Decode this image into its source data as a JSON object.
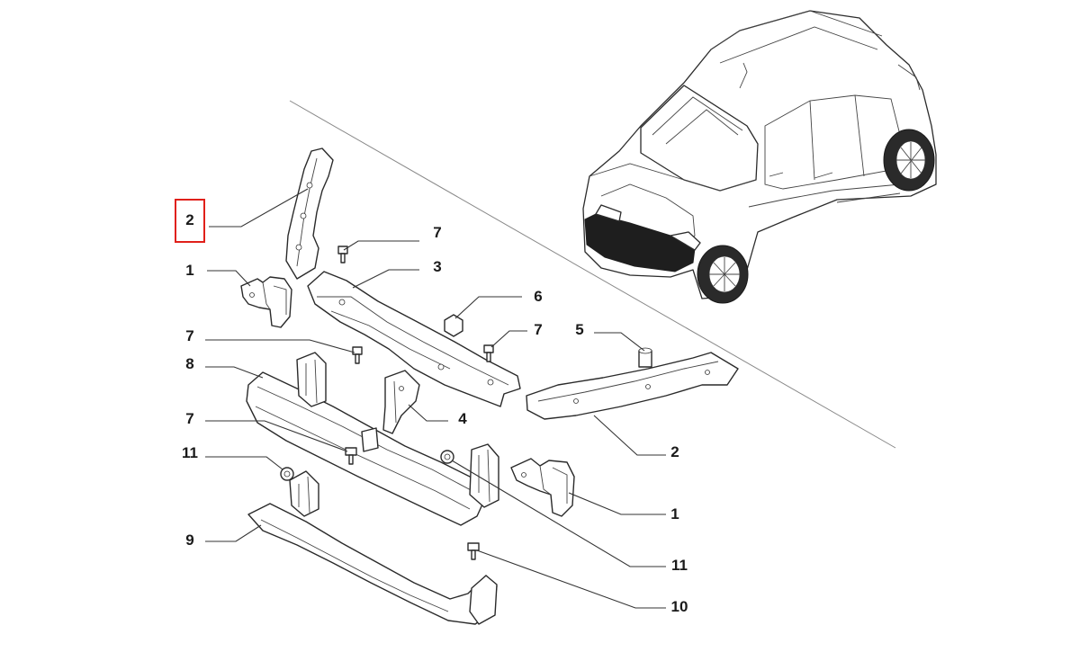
{
  "diagram": {
    "callouts": [
      {
        "id": "c2-top",
        "text": "2",
        "selected": true
      },
      {
        "id": "c1-top",
        "text": "1"
      },
      {
        "id": "c7-a",
        "text": "7"
      },
      {
        "id": "c3",
        "text": "3"
      },
      {
        "id": "c6",
        "text": "6"
      },
      {
        "id": "c7-b",
        "text": "7"
      },
      {
        "id": "c5",
        "text": "5"
      },
      {
        "id": "c7-c",
        "text": "7"
      },
      {
        "id": "c8",
        "text": "8"
      },
      {
        "id": "c4",
        "text": "4"
      },
      {
        "id": "c7-d",
        "text": "7"
      },
      {
        "id": "c2-bottom",
        "text": "2"
      },
      {
        "id": "c11-a",
        "text": "11"
      },
      {
        "id": "c1-bottom",
        "text": "1"
      },
      {
        "id": "c11-b",
        "text": "11"
      },
      {
        "id": "c9",
        "text": "9"
      },
      {
        "id": "c10",
        "text": "10"
      }
    ],
    "highlight_color": "#e0201a"
  }
}
